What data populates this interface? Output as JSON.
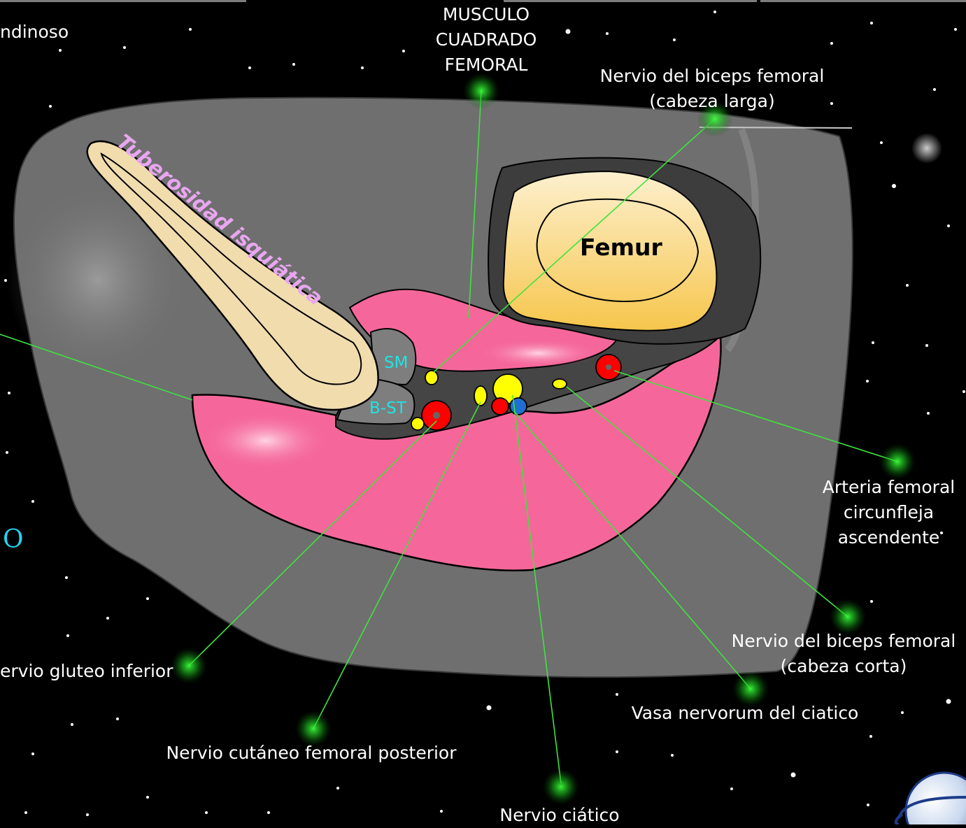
{
  "labels": {
    "cropped_top_left": "ndinoso",
    "musculo_cuadrado": [
      "MUSCULO",
      "CUADRADO",
      "FEMORAL"
    ],
    "nervio_biceps_larga": [
      "Nervio del biceps femoral",
      "(cabeza larga)"
    ],
    "femur": "Femur",
    "tuberosidad": "Tuberosidad isquiática",
    "sm": "SM",
    "bst": "B-ST",
    "cropped_left_o": "O",
    "arteria_circunfleja": [
      "Arteria femoral",
      "circunfleja",
      "ascendente"
    ],
    "nervio_biceps_corta": [
      "Nervio del biceps femoral",
      "(cabeza corta)"
    ],
    "vasa_nervorum": "Vasa nervorum del ciatico",
    "nervio_gluteo_inferior": "ervio gluteo inferior",
    "nervio_cutaneo": "Nervio cutáneo femoral posterior",
    "nervio_ciatico": "Nervio ciático"
  },
  "colors": {
    "background": "#000000",
    "section": "#6f6f6f",
    "muscle": "#f5679a",
    "bone": "#f1dcae",
    "femur_fill": "#f8d67a",
    "leader": "#3fe33f",
    "artery": "#ff0000",
    "nerve": "#ffff00",
    "vein": "#1f6fd0"
  }
}
